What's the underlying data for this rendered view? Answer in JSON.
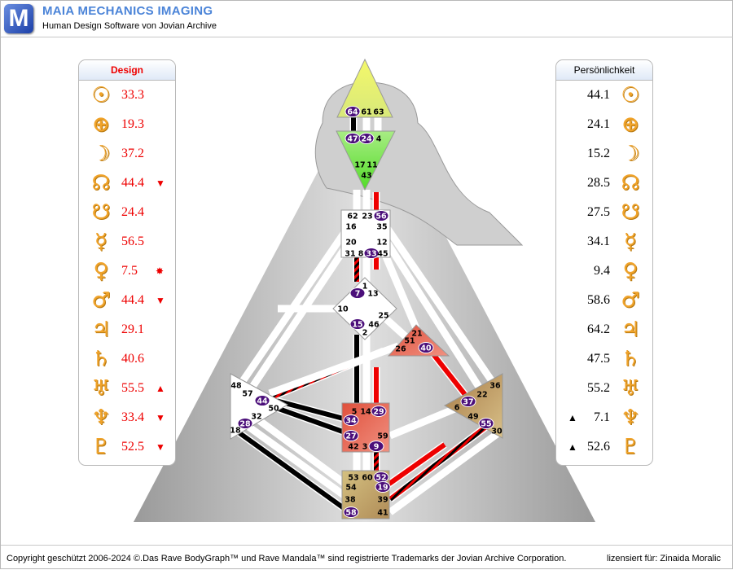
{
  "header": {
    "logo_letter": "M",
    "title": "MAIA MECHANICS IMAGING",
    "subtitle": "Human Design Software von Jovian Archive"
  },
  "design": {
    "title": "Design",
    "rows": [
      {
        "planet": "sun-icon",
        "glyph": "☉",
        "value": "33.3",
        "marker": ""
      },
      {
        "planet": "earth-icon",
        "glyph": "⊕",
        "value": "19.3",
        "marker": ""
      },
      {
        "planet": "moon-icon",
        "glyph": "☽",
        "value": "37.2",
        "marker": ""
      },
      {
        "planet": "north-node-icon",
        "glyph": "☊",
        "value": "44.4",
        "marker": "▼"
      },
      {
        "planet": "south-node-icon",
        "glyph": "☋",
        "value": "24.4",
        "marker": ""
      },
      {
        "planet": "mercury-icon",
        "glyph": "☿",
        "value": "56.5",
        "marker": ""
      },
      {
        "planet": "venus-icon",
        "glyph": "♀",
        "value": "7.5",
        "marker": "✸"
      },
      {
        "planet": "mars-icon",
        "glyph": "♂",
        "value": "44.4",
        "marker": "▼"
      },
      {
        "planet": "jupiter-icon",
        "glyph": "♃",
        "value": "29.1",
        "marker": ""
      },
      {
        "planet": "saturn-icon",
        "glyph": "♄",
        "value": "40.6",
        "marker": ""
      },
      {
        "planet": "uranus-icon",
        "glyph": "♅",
        "value": "55.5",
        "marker": "▲"
      },
      {
        "planet": "neptune-icon",
        "glyph": "♆",
        "value": "33.4",
        "marker": "▼"
      },
      {
        "planet": "pluto-icon",
        "glyph": "♇",
        "value": "52.5",
        "marker": "▼"
      }
    ]
  },
  "personality": {
    "title": "Persönlichkeit",
    "rows": [
      {
        "planet": "sun-icon",
        "glyph": "☉",
        "value": "44.1",
        "marker": ""
      },
      {
        "planet": "earth-icon",
        "glyph": "⊕",
        "value": "24.1",
        "marker": ""
      },
      {
        "planet": "moon-icon",
        "glyph": "☽",
        "value": "15.2",
        "marker": ""
      },
      {
        "planet": "north-node-icon",
        "glyph": "☊",
        "value": "28.5",
        "marker": ""
      },
      {
        "planet": "south-node-icon",
        "glyph": "☋",
        "value": "27.5",
        "marker": ""
      },
      {
        "planet": "mercury-icon",
        "glyph": "☿",
        "value": "34.1",
        "marker": ""
      },
      {
        "planet": "venus-icon",
        "glyph": "♀",
        "value": "9.4",
        "marker": ""
      },
      {
        "planet": "mars-icon",
        "glyph": "♂",
        "value": "58.6",
        "marker": ""
      },
      {
        "planet": "jupiter-icon",
        "glyph": "♃",
        "value": "64.2",
        "marker": ""
      },
      {
        "planet": "saturn-icon",
        "glyph": "♄",
        "value": "47.5",
        "marker": ""
      },
      {
        "planet": "uranus-icon",
        "glyph": "♅",
        "value": "55.2",
        "marker": ""
      },
      {
        "planet": "neptune-icon",
        "glyph": "♆",
        "value": "7.1",
        "marker": "▲"
      },
      {
        "planet": "pluto-icon",
        "glyph": "♇",
        "value": "52.6",
        "marker": "▲"
      }
    ]
  },
  "bodygraph": {
    "colors": {
      "design": "#ff0000",
      "personality": "#000000",
      "gate_badge": "#4b0f7a",
      "head": "#e6f060",
      "ajna": "#7ee24a",
      "heart": "#e05a4a",
      "sacral": "#e35a48",
      "solar": "#b8935a",
      "root": "#c4a870",
      "open": "#ffffff"
    },
    "centers": [
      {
        "name": "head",
        "gates": [
          "64",
          "61",
          "63"
        ],
        "active": [
          "64"
        ]
      },
      {
        "name": "ajna",
        "gates": [
          "47",
          "24",
          "4",
          "17",
          "11",
          "43"
        ],
        "active": [
          "47",
          "24"
        ]
      },
      {
        "name": "throat",
        "gates": [
          "62",
          "23",
          "56",
          "16",
          "35",
          "20",
          "12",
          "31",
          "8",
          "33",
          "45"
        ],
        "active": [
          "56",
          "33"
        ]
      },
      {
        "name": "g",
        "gates": [
          "1",
          "7",
          "13",
          "10",
          "25",
          "15",
          "46",
          "2"
        ],
        "active": [
          "7",
          "15"
        ]
      },
      {
        "name": "heart",
        "gates": [
          "21",
          "51",
          "26",
          "40"
        ],
        "active": [
          "40"
        ]
      },
      {
        "name": "spleen",
        "gates": [
          "48",
          "57",
          "44",
          "50",
          "32",
          "28",
          "18"
        ],
        "active": [
          "44",
          "28"
        ]
      },
      {
        "name": "sacral",
        "gates": [
          "5",
          "14",
          "29",
          "34",
          "27",
          "59",
          "42",
          "3",
          "9"
        ],
        "active": [
          "29",
          "34",
          "27",
          "9"
        ]
      },
      {
        "name": "solar-plexus",
        "gates": [
          "36",
          "22",
          "37",
          "6",
          "49",
          "55",
          "30"
        ],
        "active": [
          "37",
          "55"
        ]
      },
      {
        "name": "root",
        "gates": [
          "53",
          "60",
          "52",
          "54",
          "19",
          "38",
          "39",
          "58",
          "41"
        ],
        "active": [
          "52",
          "19",
          "58"
        ]
      }
    ]
  },
  "footer": {
    "copyright": "Copyright geschützt 2006-2024 ©.Das Rave BodyGraph™ und Rave Mandala™ sind registrierte Trademarks der Jovian Archive Corporation.",
    "license": "lizensiert für: Zinaida Moralic"
  }
}
